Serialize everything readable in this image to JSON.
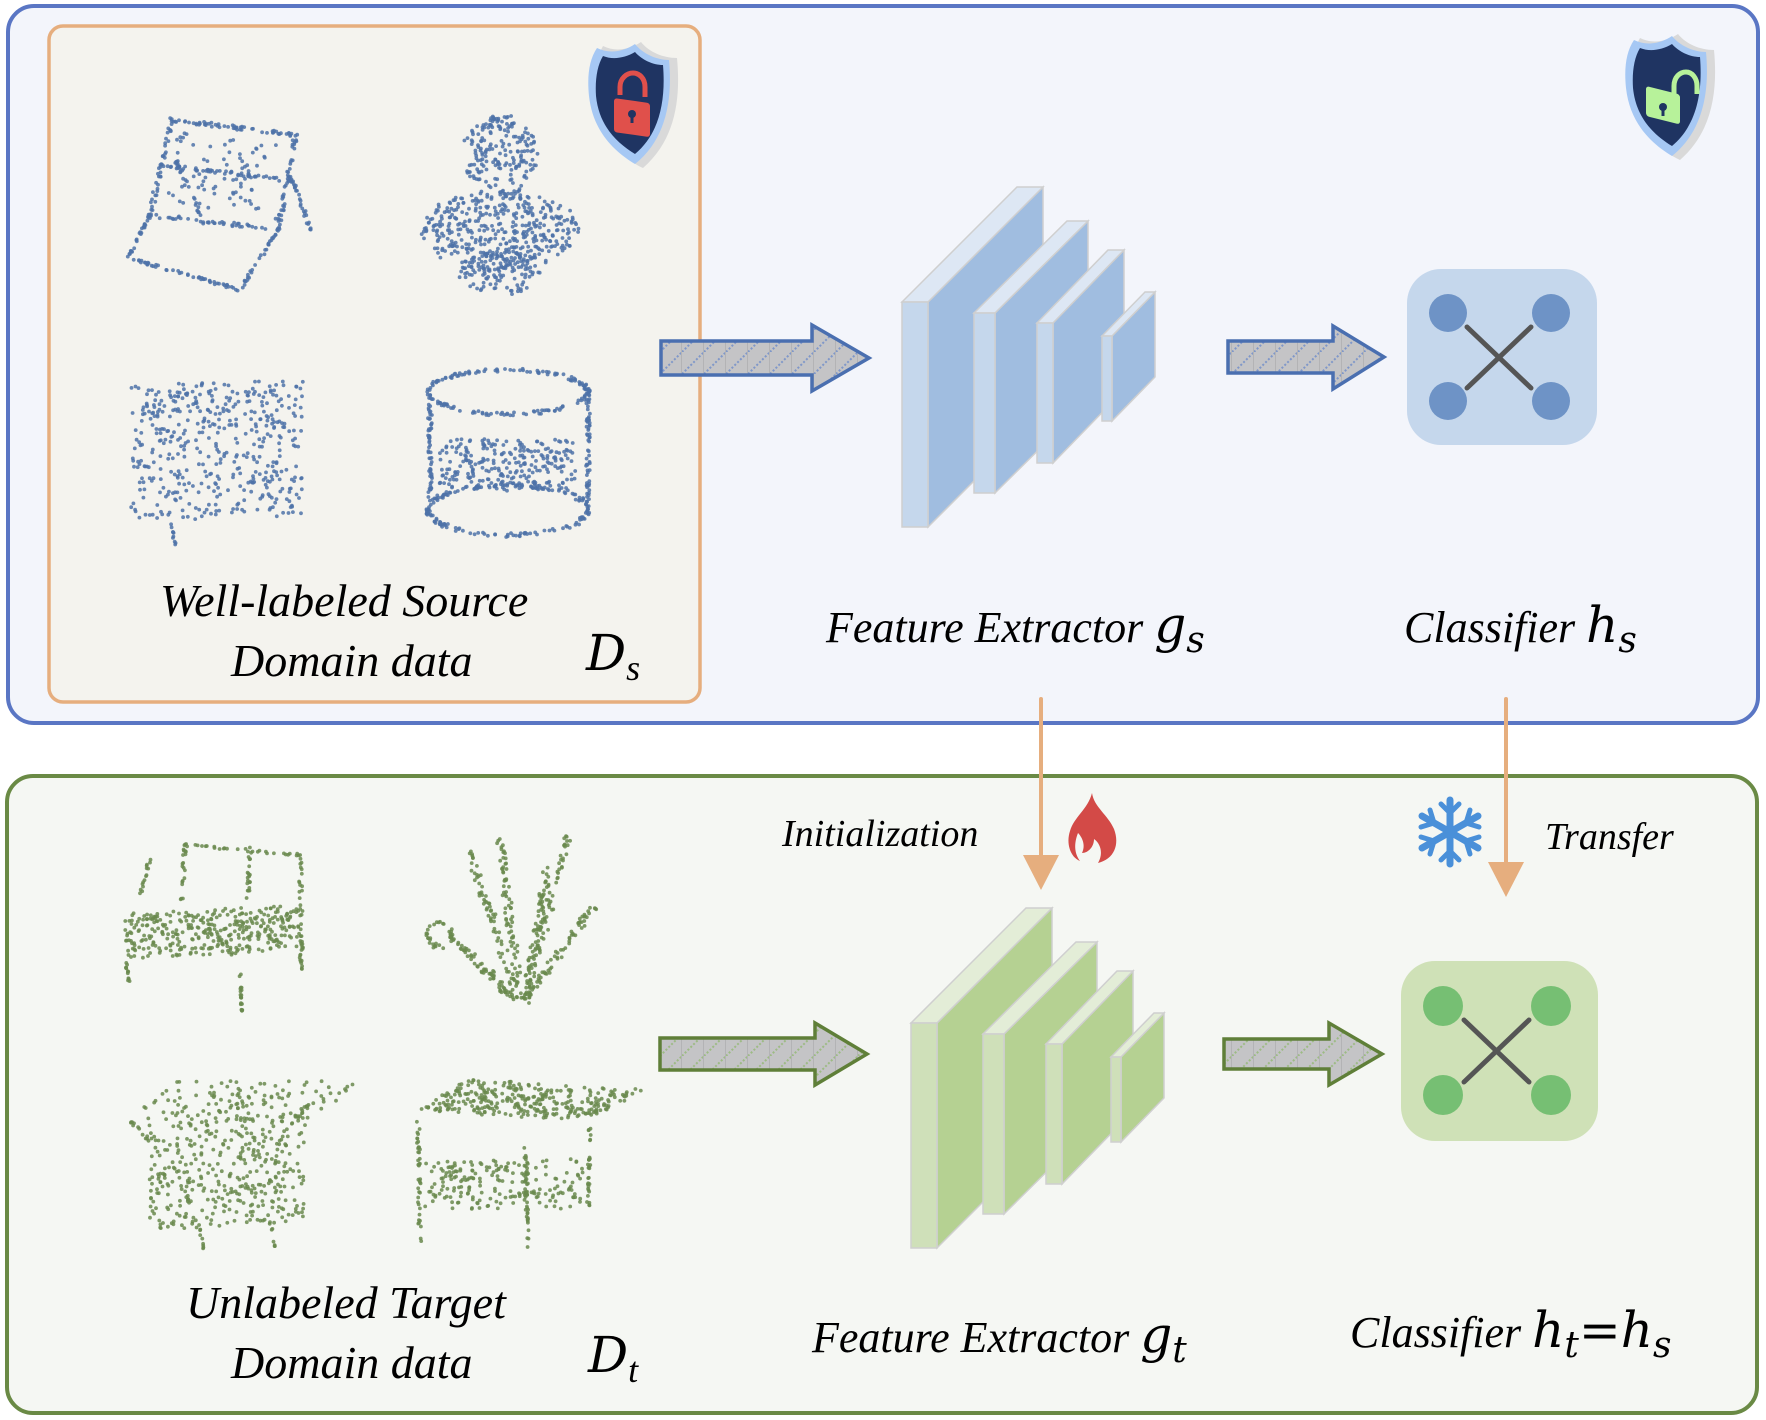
{
  "source_panel": {
    "name": "source-domain-panel",
    "data_box_caption_line1": "Well-labeled Source",
    "data_box_caption_line2": "Domain data",
    "data_symbol": "D",
    "data_symbol_sub": "s",
    "lock_icon": "shield-locked-icon",
    "unlock_icon": "shield-unlocked-icon",
    "point_clouds": [
      "folding-chair",
      "vase",
      "box-table",
      "cylinder-tub"
    ],
    "feature_extractor": {
      "label": "Feature Extractor",
      "symbol": "g",
      "sub": "s"
    },
    "classifier": {
      "label": "Classifier",
      "symbol": "h",
      "sub": "s"
    }
  },
  "target_panel": {
    "name": "target-domain-panel",
    "data_box_caption_line1": "Unlabeled Target",
    "data_box_caption_line2": "Domain data",
    "data_symbol": "D",
    "data_symbol_sub": "t",
    "point_clouds": [
      "armchair",
      "plant",
      "sofa",
      "table"
    ],
    "feature_extractor": {
      "label": "Feature Extractor",
      "symbol": "g",
      "sub": "t"
    },
    "classifier": {
      "label": "Classifier",
      "symbol_left": "h",
      "sub_left": "t",
      "equals": "=",
      "symbol_right": "h",
      "sub_right": "s"
    }
  },
  "connections": {
    "initialization_label": "Initialization",
    "initialization_icon": "fire-icon",
    "transfer_label": "Transfer",
    "transfer_icon": "snowflake-icon"
  },
  "colors": {
    "source_border": "#5a76c4",
    "source_bg": "#f3f5fb",
    "data_box_border": "#e6ae7e",
    "data_box_bg": "#f4f3ee",
    "target_border": "#6a8a45",
    "target_bg": "#f5f7f3",
    "source_points": "#4e72a8",
    "target_points": "#6a8a4e",
    "source_layer_front": "#c5d7ec",
    "source_layer_side": "#a0bde0",
    "source_layer_top": "#dde7f4",
    "target_layer_front": "#cfe0b9",
    "target_layer_side": "#b5d192",
    "target_layer_top": "#e3edd7",
    "source_classifier_bg": "#c5d7ec",
    "source_classifier_node": "#6e93c6",
    "target_classifier_bg": "#cfe1b7",
    "target_classifier_node": "#76bf73",
    "classifier_edge": "#555555",
    "orange_arrow": "#e6ae7e",
    "fire": "#d34a47",
    "snowflake": "#4a90d9",
    "lock_red": "#e0504b",
    "unlock_green": "#b7f29a",
    "shield_navy": "#1f3462",
    "shield_rim": "#a6c8f4"
  }
}
